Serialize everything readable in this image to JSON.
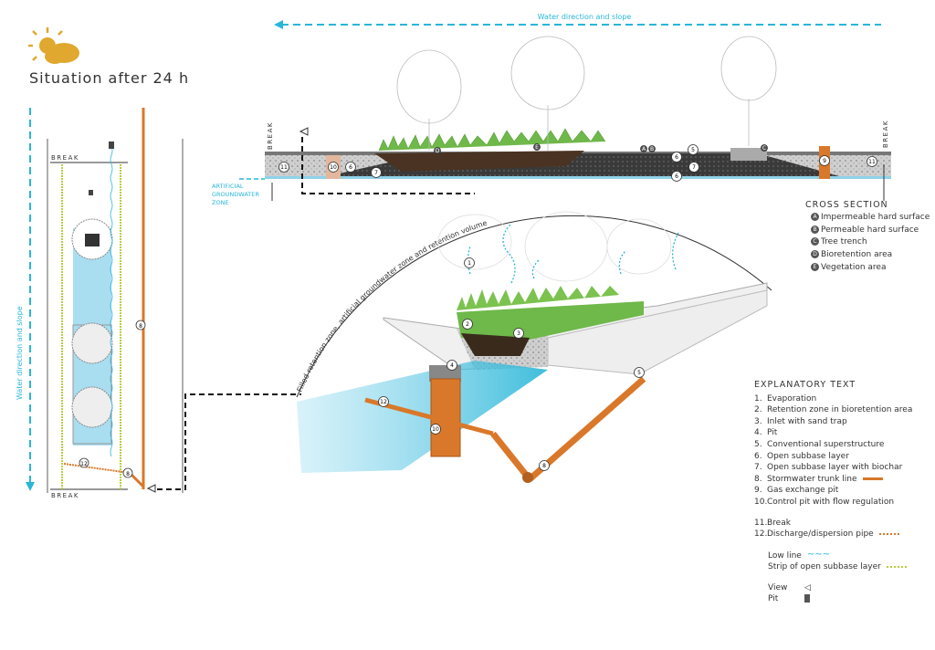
{
  "title": "Situation after 24 h",
  "water_direction_label": "Water direction and slope",
  "break_label": "BREAK",
  "groundwater_label": [
    "ARTIFICIAL",
    "GROUNDWATER",
    "ZONE"
  ],
  "arc_label": "Filled retention zone, artificial groundwater zone and retention volume",
  "cross_section": {
    "heading": "CROSS SECTION",
    "items": [
      {
        "key": "A",
        "label": "Impermeable hard surface"
      },
      {
        "key": "B",
        "label": "Permeable hard surface"
      },
      {
        "key": "C",
        "label": "Tree trench"
      },
      {
        "key": "D",
        "label": "Bioretention area"
      },
      {
        "key": "E",
        "label": "Vegetation area"
      }
    ]
  },
  "legend": {
    "heading": "EXPLANATORY TEXT",
    "items": [
      {
        "num": "1.",
        "label": "Evaporation"
      },
      {
        "num": "2.",
        "label": "Retention zone in bioretention area"
      },
      {
        "num": "3.",
        "label": "Inlet with sand trap"
      },
      {
        "num": "4.",
        "label": "Pit"
      },
      {
        "num": "5.",
        "label": "Conventional superstructure"
      },
      {
        "num": "6.",
        "label": "Open subbase layer"
      },
      {
        "num": "7.",
        "label": "Open subbase layer with biochar"
      },
      {
        "num": "8.",
        "label": "Stormwater trunk line"
      },
      {
        "num": "9.",
        "label": "Gas exchange pit"
      },
      {
        "num": "10.",
        "label": "Control pit with flow regulation"
      }
    ],
    "items2": [
      {
        "num": "11.",
        "label": "Break"
      },
      {
        "num": "12.",
        "label": "Discharge/dispersion pipe"
      }
    ],
    "extra": {
      "low_line": "Low line",
      "strip": "Strip of open subbase layer",
      "view": "View",
      "pit": "Pit"
    }
  },
  "markers": {
    "cs": [
      "11",
      "10",
      "6",
      "7",
      "5",
      "6",
      "7",
      "6",
      "9",
      "11",
      "A",
      "B",
      "C",
      "D",
      "E"
    ],
    "iso": [
      "1",
      "2",
      "3",
      "4",
      "5",
      "8",
      "10",
      "12"
    ],
    "plan": [
      "8",
      "12",
      "8"
    ]
  },
  "colors": {
    "water": "#29b6d8",
    "pipe": "#d9782a",
    "strip": "#b5cf3a",
    "sun": "#e0a82e"
  }
}
